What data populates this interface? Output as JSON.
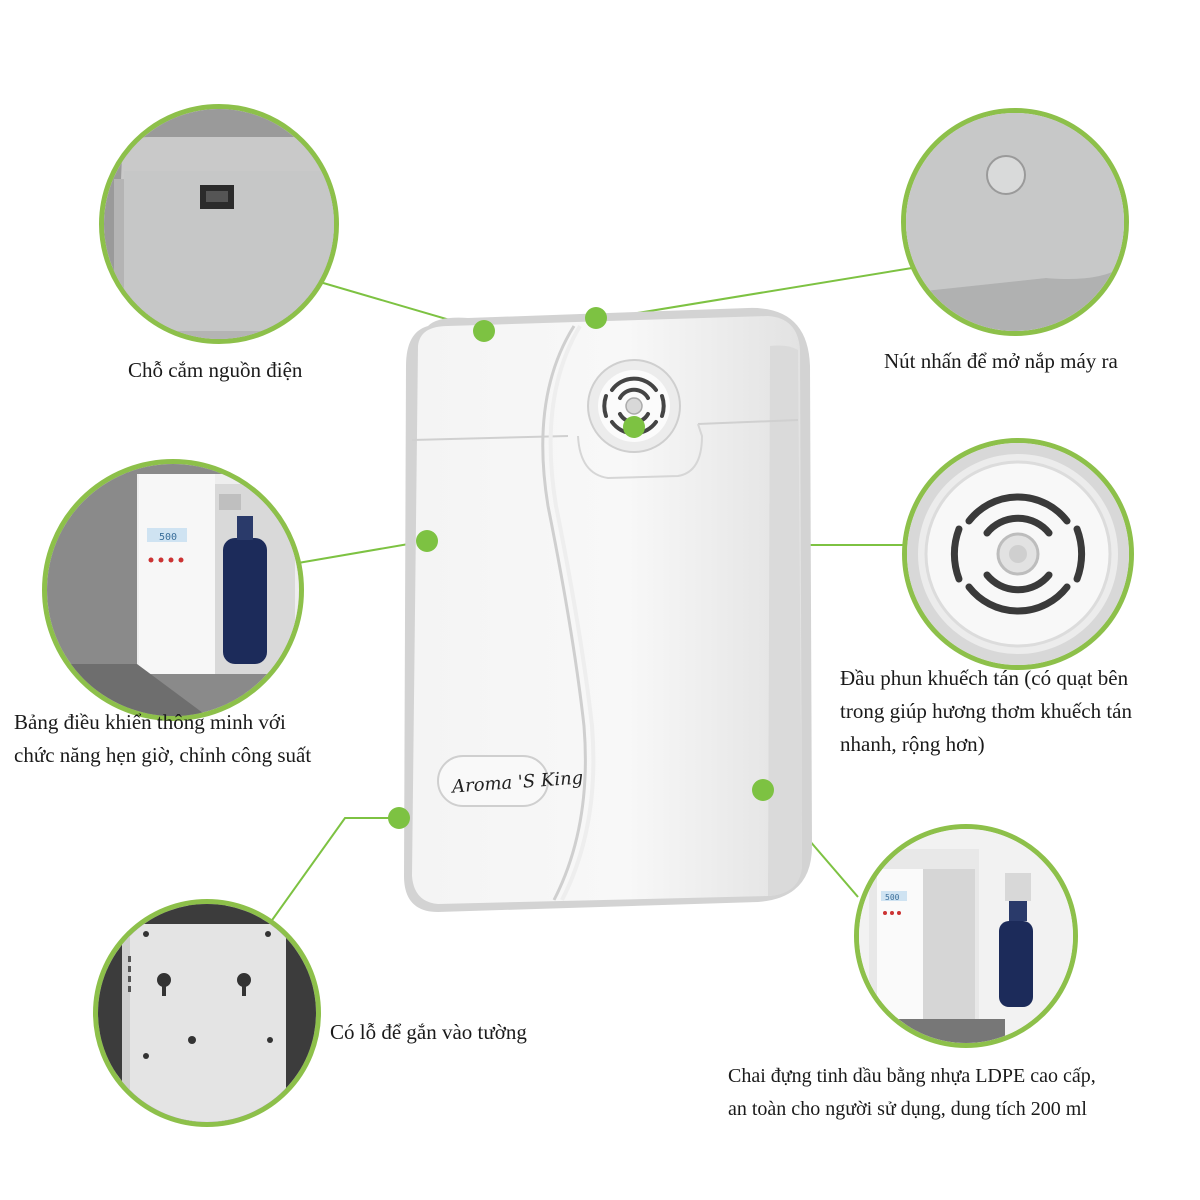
{
  "brand_logo_text": "Aroma 'S King",
  "colors": {
    "accent_green": "#7dc242",
    "ring_green": "#8dc04a",
    "text": "#1a1a1a"
  },
  "annotations": [
    {
      "id": "power",
      "text": "Chỗ cắm nguồn điện"
    },
    {
      "id": "button",
      "text": "Nút nhấn để mở nắp máy ra"
    },
    {
      "id": "panel",
      "lines": [
        "Bảng điều khiển thông minh với",
        "chức năng hẹn giờ, chỉnh công suất"
      ]
    },
    {
      "id": "nozzle",
      "lines": [
        "Đầu phun khuếch tán (có quạt bên",
        "trong giúp hương thơm khuếch tán",
        "nhanh, rộng hơn)"
      ]
    },
    {
      "id": "mount",
      "text": "Có lỗ để gắn vào tường"
    },
    {
      "id": "bottle",
      "lines": [
        "Chai đựng tinh dầu bằng nhựa LDPE cao cấp,",
        "an toàn cho người sử dụng, dung tích 200 ml"
      ]
    }
  ],
  "display_reading": "500"
}
